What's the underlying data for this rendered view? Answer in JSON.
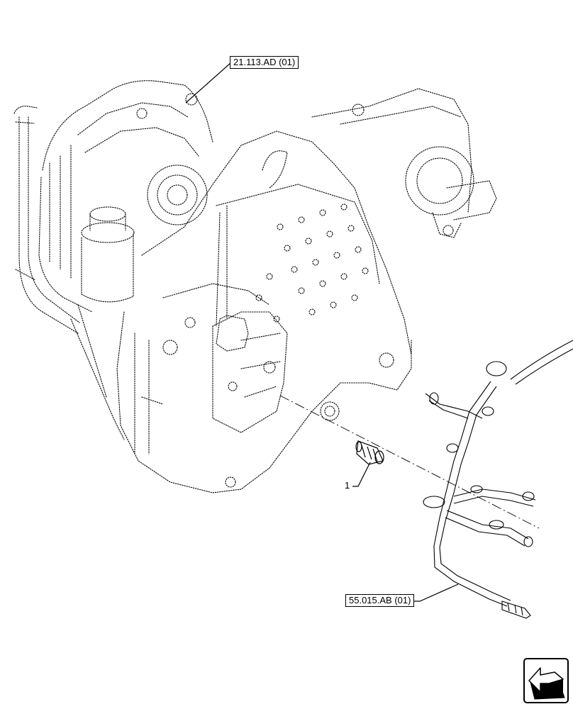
{
  "callouts": {
    "top_ref": "21.113.AD (01)",
    "bottom_ref": "55.015.AB (01)"
  },
  "items": {
    "part_1": "1"
  },
  "icons": {
    "navigation": "back-arrow-icon"
  },
  "colors": {
    "line": "#000000",
    "background": "#ffffff"
  }
}
